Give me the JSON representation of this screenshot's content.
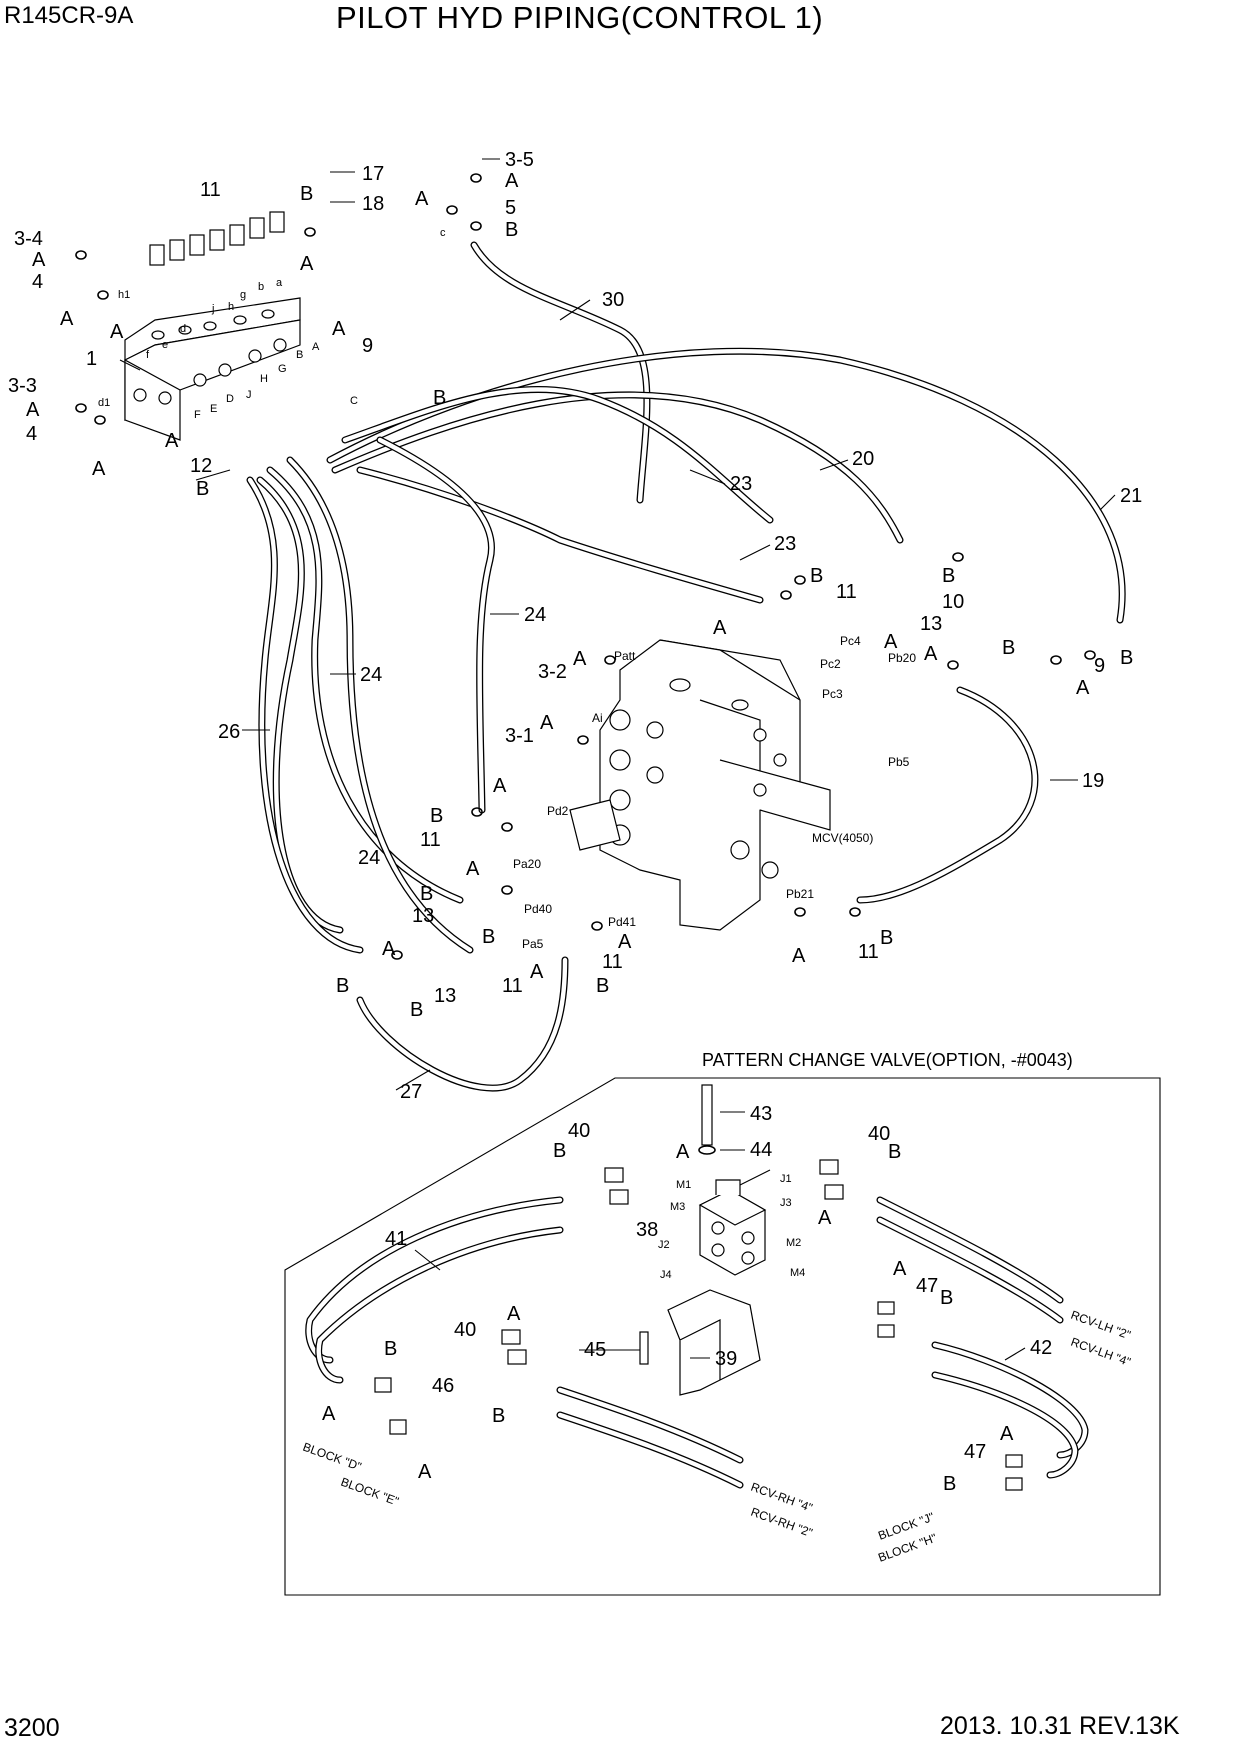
{
  "header": {
    "model": "R145CR-9A",
    "title": "PILOT HYD PIPING(CONTROL 1)"
  },
  "footer": {
    "page_number": "3200",
    "revision": "2013. 10.31  REV.13K"
  },
  "inset": {
    "title": "PATTERN CHANGE VALVE(OPTION, -#0043)",
    "hose_ends": [
      "RCV-LH  \"2\"",
      "RCV-LH  \"4\"",
      "RCV-RH  \"4\"",
      "RCV-RH  \"2\"",
      "BLOCK \"D\"",
      "BLOCK \"E\"",
      "BLOCK \"J\"",
      "BLOCK \"H\""
    ]
  },
  "labels": {
    "mcv": "MCV(4050)",
    "ports": [
      "Patt",
      "Ai",
      "Pc4",
      "Pc2",
      "Pc3",
      "Pb20",
      "Pb5",
      "Pd2",
      "Pa20",
      "Pd40",
      "Pa5",
      "Pd41",
      "Pb21",
      "M1",
      "M3",
      "J1",
      "J3",
      "J2",
      "J4",
      "M2",
      "M4"
    ],
    "block_ports_upper": [
      "a",
      "b",
      "g",
      "j",
      "h",
      "d",
      "e",
      "f",
      "h1",
      "c"
    ],
    "block_ports_lower": [
      "B",
      "A",
      "G",
      "H",
      "J",
      "D",
      "E",
      "F",
      "d1"
    ]
  },
  "callouts": {
    "parts": [
      "1",
      "3-1",
      "3-2",
      "3-3",
      "3-4",
      "3-5",
      "4",
      "5",
      "9",
      "10",
      "11",
      "12",
      "13",
      "17",
      "18",
      "19",
      "20",
      "21",
      "23",
      "24",
      "26",
      "27",
      "30",
      "38",
      "39",
      "40",
      "41",
      "42",
      "43",
      "44",
      "45",
      "46",
      "47"
    ],
    "orings": [
      "A",
      "B"
    ]
  }
}
